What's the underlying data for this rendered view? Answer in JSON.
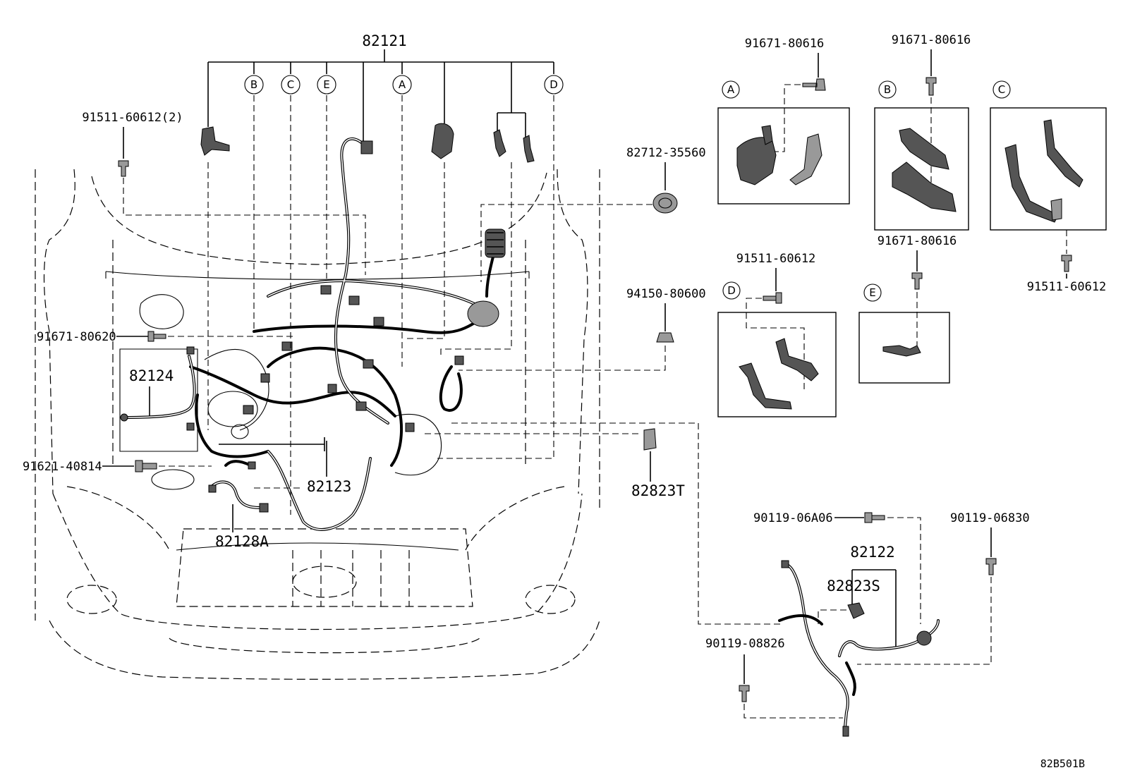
{
  "diagram": {
    "reference_code": "82B501B",
    "main_harness": {
      "part_number": "82121",
      "branch_letters": [
        "B",
        "C",
        "E",
        "A",
        "D"
      ]
    },
    "labels": {
      "p82124": "82124",
      "p82123": "82123",
      "p82128a": "82128A",
      "p82823t": "82823T",
      "p82712": "82712-35560",
      "p94150": "94150-80600",
      "p91511_2": "91511-60612(2)",
      "p91671_80620": "91671-80620",
      "p91621": "91621-40814",
      "p82122": "82122",
      "p82823s": "82823S",
      "p90119_06a06": "90119-06A06",
      "p90119_06830": "90119-06830",
      "p90119_08826": "90119-08826"
    },
    "detail_boxes": {
      "A": {
        "letter": "A",
        "bolt": "91671-80616"
      },
      "B": {
        "letter": "B",
        "bolt_top": "91671-80616",
        "bolt_bottom": "91671-80616"
      },
      "C": {
        "letter": "C",
        "bolt": "91511-60612"
      },
      "D": {
        "letter": "D",
        "bolt": "91511-60612"
      },
      "E": {
        "letter": "E"
      }
    }
  }
}
